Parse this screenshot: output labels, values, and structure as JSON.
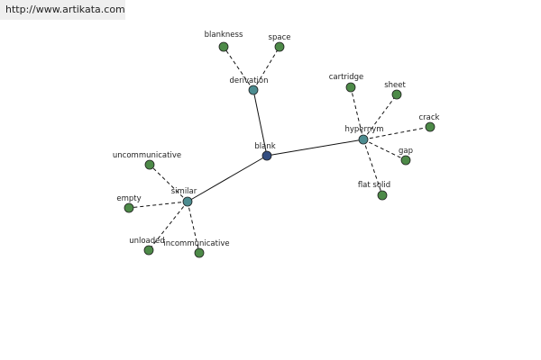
{
  "header": {
    "url_text": "http://www.artikata.com"
  },
  "colors": {
    "center_node": "#334d80",
    "relation_node": "#4c8c90",
    "leaf_node": "#4d8a48",
    "node_stroke": "#202020",
    "edge": "#111111",
    "url_bg": "#efefef"
  },
  "graph": {
    "center": {
      "id": "blank",
      "label": "blank",
      "kind": "center"
    },
    "relations": [
      {
        "id": "derivation",
        "label": "derivation",
        "kind": "relation",
        "leaves": [
          {
            "id": "blankness",
            "label": "blankness"
          },
          {
            "id": "space",
            "label": "space"
          }
        ]
      },
      {
        "id": "hypernym",
        "label": "hypernym",
        "kind": "relation",
        "leaves": [
          {
            "id": "cartridge",
            "label": "cartridge"
          },
          {
            "id": "sheet",
            "label": "sheet"
          },
          {
            "id": "crack",
            "label": "crack"
          },
          {
            "id": "gap",
            "label": "gap"
          },
          {
            "id": "flat-solid",
            "label": "flat solid"
          }
        ]
      },
      {
        "id": "similar",
        "label": "similar",
        "kind": "relation",
        "leaves": [
          {
            "id": "uncommunicative",
            "label": "uncommunicative"
          },
          {
            "id": "empty",
            "label": "empty"
          },
          {
            "id": "unloaded",
            "label": "unloaded"
          },
          {
            "id": "incommunicative",
            "label": "incommunicative"
          }
        ]
      }
    ]
  }
}
